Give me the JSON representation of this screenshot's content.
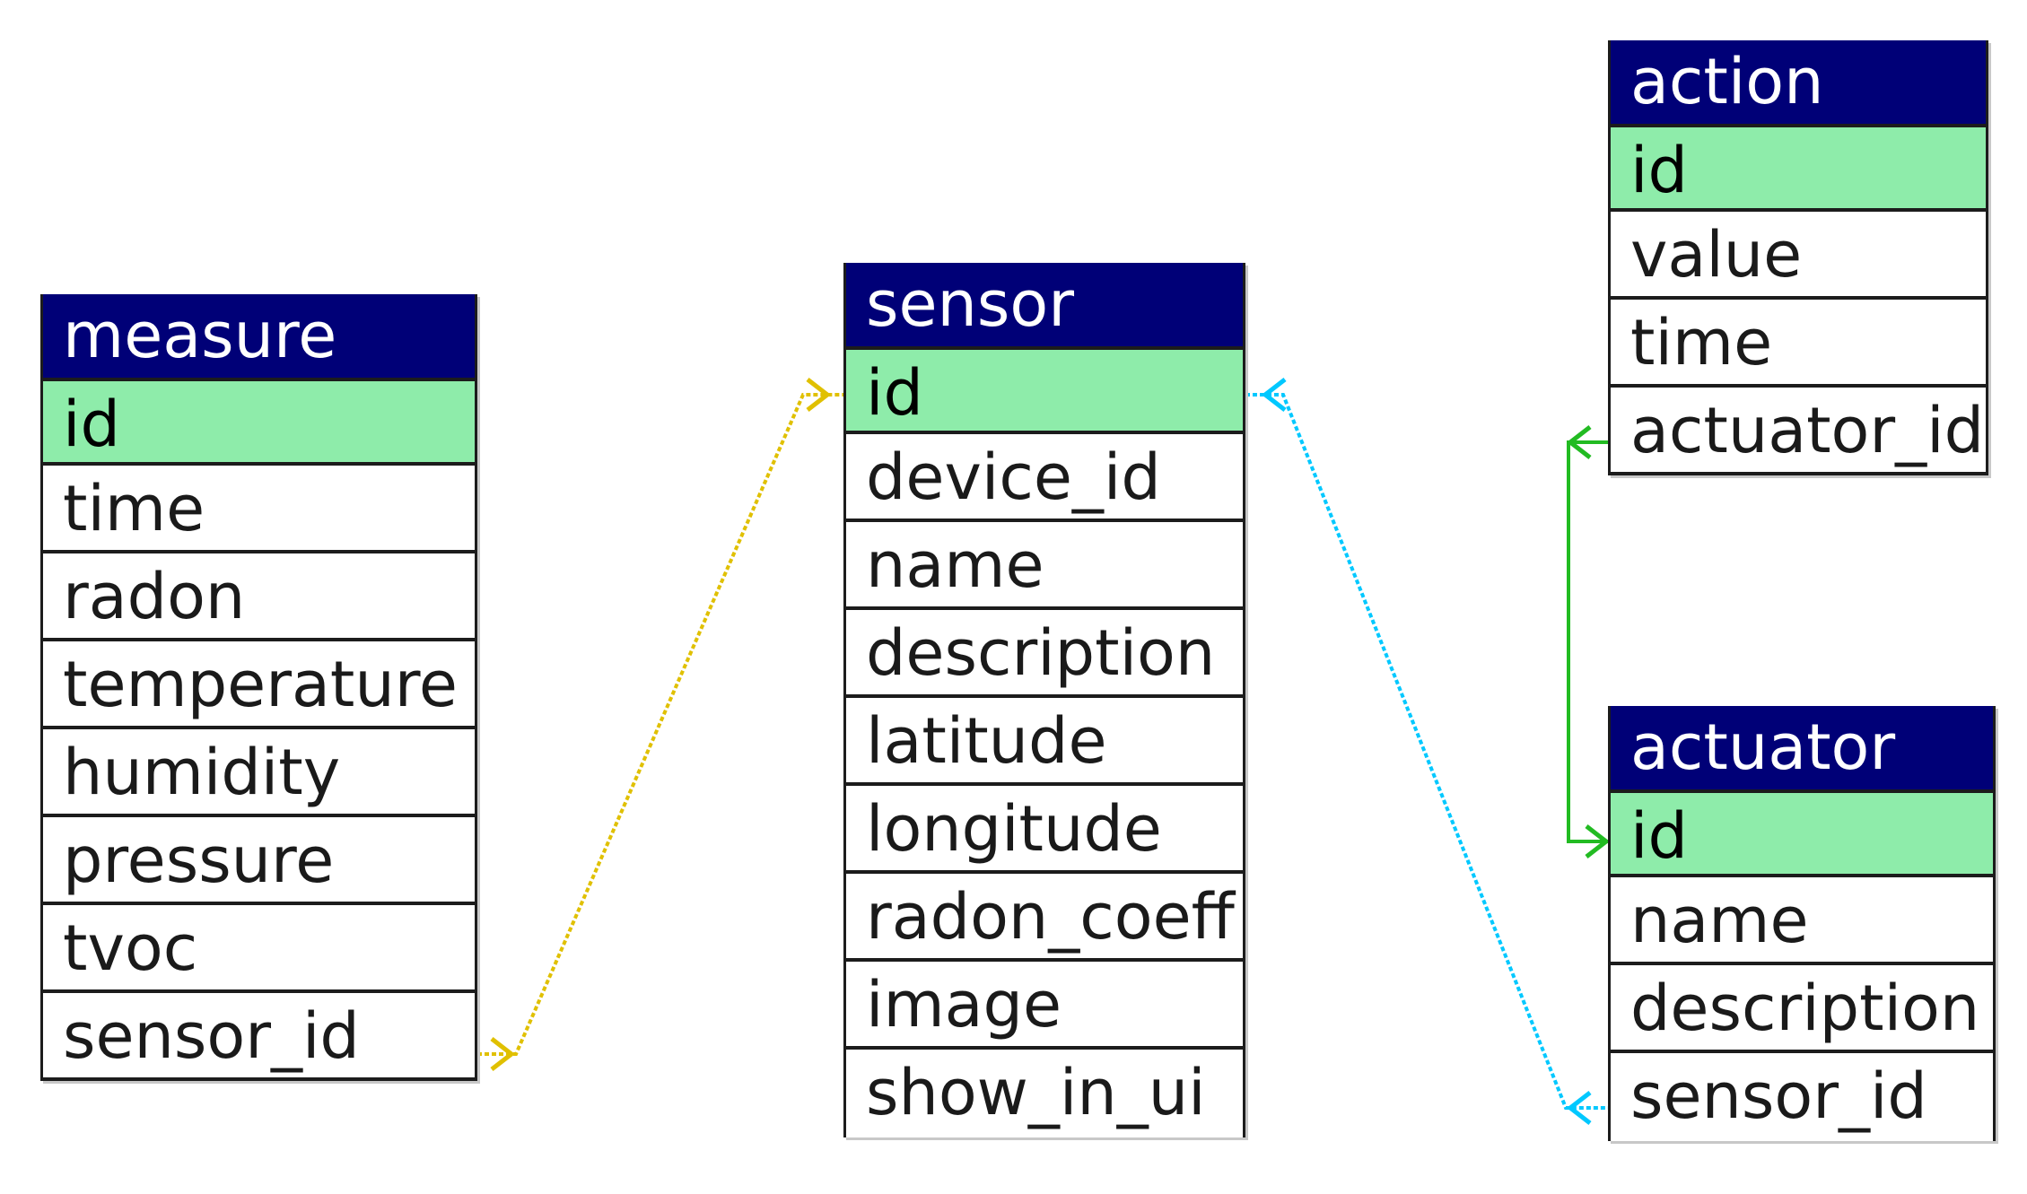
{
  "tables": {
    "measure": {
      "name": "measure",
      "fields": [
        "id",
        "time",
        "radon",
        "temperature",
        "humidity",
        "pressure",
        "tvoc",
        "sensor_id"
      ]
    },
    "sensor": {
      "name": "sensor",
      "fields": [
        "id",
        "device_id",
        "name",
        "description",
        "latitude",
        "longitude",
        "radon_coeff",
        "image",
        "show_in_ui"
      ]
    },
    "action": {
      "name": "action",
      "fields": [
        "id",
        "value",
        "time",
        "actuator_id"
      ]
    },
    "actuator": {
      "name": "actuator",
      "fields": [
        "id",
        "name",
        "description",
        "sensor_id"
      ]
    }
  },
  "relations": [
    {
      "from": "measure.sensor_id",
      "to": "sensor.id",
      "color": "#e0c000"
    },
    {
      "from": "actuator.sensor_id",
      "to": "sensor.id",
      "color": "#00c8ff"
    },
    {
      "from": "action.actuator_id",
      "to": "actuator.id",
      "color": "#22bb22"
    }
  ],
  "colors": {
    "header_bg": "#000077",
    "header_text": "#ffffff",
    "primary_key_bg": "#8eecaa",
    "border": "#1c1c1c"
  }
}
